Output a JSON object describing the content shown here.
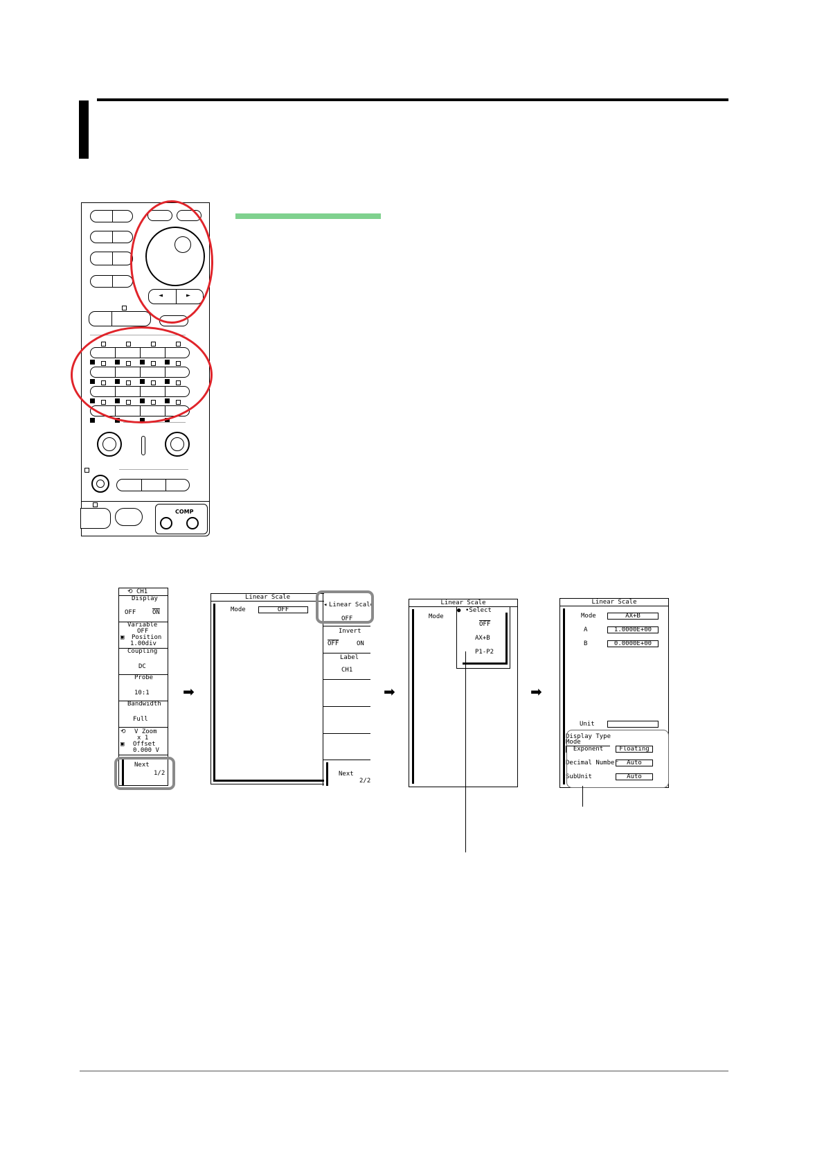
{
  "menu_ch": {
    "title": "CH1",
    "display": {
      "label": "Display",
      "off": "OFF",
      "on": "ON"
    },
    "variable": {
      "label": "Variable",
      "state": "OFF",
      "position_label": "Position",
      "position_value": "1.00div"
    },
    "coupling": {
      "label": "Coupling",
      "value": "DC"
    },
    "probe": {
      "label": "Probe",
      "value": "10:1"
    },
    "bandwidth": {
      "label": "Bandwidth",
      "value": "Full"
    },
    "vzoom": {
      "label": "V Zoom",
      "value": "x 1"
    },
    "offset": {
      "label": "Offset",
      "value": "0.000 V"
    },
    "next": {
      "label": "Next",
      "page": "1/2"
    }
  },
  "screen_linear": {
    "title": "Linear Scale",
    "mode_label": "Mode",
    "mode_value": "OFF",
    "softkeys": {
      "linear_scale_label": "Linear Scale",
      "linear_scale_value": "OFF",
      "invert_label": "Invert",
      "invert_off": "OFF",
      "invert_on": "ON",
      "label_label": "Label",
      "label_value": "CH1",
      "next_label": "Next",
      "next_page": "2/2"
    }
  },
  "screen_select": {
    "title": "Linear Scale",
    "mode_label": "Mode",
    "popup_title": "Select",
    "options": [
      "OFF",
      "AX+B",
      "P1-P2"
    ]
  },
  "screen_axb": {
    "title": "Linear Scale",
    "mode_label": "Mode",
    "mode_value": "AX+B",
    "a_label": "A",
    "a_value": "1.0000E+00",
    "b_label": "B",
    "b_value": "0.0000E+00",
    "unit_label": "Unit",
    "unit_value": "",
    "display_type_label": "Display Type",
    "display_mode_label": "Mode",
    "exponent_label": "Exponent",
    "exponent_value": "Floating",
    "decimal_label": "Decimal Number",
    "decimal_value": "Auto",
    "subunit_label": "SubUnit",
    "subunit_value": "Auto"
  },
  "panel": {
    "comp_label": "COMP"
  },
  "colors": {
    "highlight_ring": "#e0242a",
    "green_bar": "#7fd18e",
    "gray_frame": "#8a8a8a"
  }
}
